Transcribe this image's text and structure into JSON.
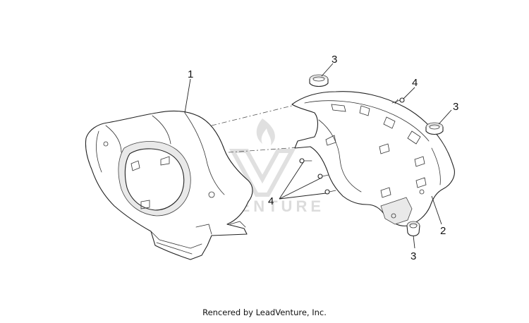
{
  "callouts": {
    "c1": "1",
    "c2": "2",
    "c3a": "3",
    "c3b": "3",
    "c3c": "3",
    "c4a": "4",
    "c4b": "4"
  },
  "watermark": {
    "text": "LEADVENTURE"
  },
  "footer": {
    "credit": "Rencered by LeadVenture, Inc."
  }
}
